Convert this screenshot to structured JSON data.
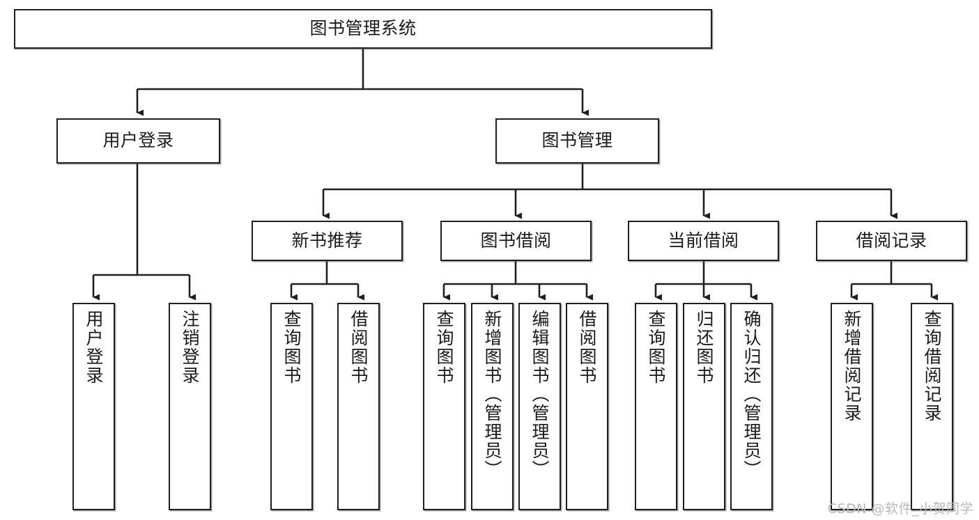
{
  "diagram": {
    "title": "图书管理系统",
    "type": "tree-hierarchy-chart",
    "root": {
      "label": "图书管理系统"
    },
    "level2": [
      {
        "label": "用户登录"
      },
      {
        "label": "图书管理"
      }
    ],
    "level3": [
      {
        "label": "新书推荐"
      },
      {
        "label": "图书借阅"
      },
      {
        "label": "当前借阅"
      },
      {
        "label": "借阅记录"
      }
    ],
    "leaves": {
      "user_login": [
        {
          "label": "用户登录"
        },
        {
          "label": "注销登录"
        }
      ],
      "new_book_recommend": [
        {
          "label": "查询图书"
        },
        {
          "label": "借阅图书"
        }
      ],
      "book_borrow": [
        {
          "label": "查询图书"
        },
        {
          "label": "新增图书（管理员）"
        },
        {
          "label": "编辑图书（管理员）"
        },
        {
          "label": "借阅图书"
        }
      ],
      "current_borrow": [
        {
          "label": "查询图书"
        },
        {
          "label": "归还图书"
        },
        {
          "label": "确认归还（管理员）"
        }
      ],
      "borrow_record": [
        {
          "label": "新增借阅记录"
        },
        {
          "label": "查询借阅记录"
        }
      ]
    }
  },
  "watermark": {
    "text": "CSDN @软件_小贺同学"
  },
  "colors": {
    "stroke": "#1f1f1f",
    "fill": "#ffffff",
    "text": "#1a1a1a",
    "watermark": "#b9b9b9"
  }
}
